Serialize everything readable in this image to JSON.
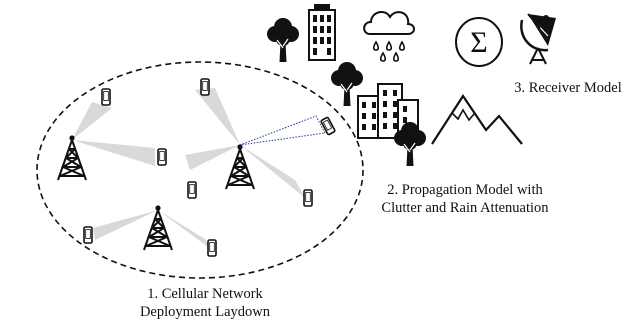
{
  "labels": {
    "cellular_line1": "1. Cellular Network",
    "cellular_line2": "Deployment Laydown",
    "propagation_line1": "2. Propagation Model with",
    "propagation_line2": "Clutter and Rain Attenuation",
    "receiver": "3. Receiver Model"
  },
  "symbols": {
    "sum": "Σ"
  },
  "icons": [
    "cell-tower-icon",
    "mobile-phone-icon",
    "tree-icon",
    "building-icon",
    "rain-cloud-icon",
    "mountain-icon",
    "summation-icon",
    "satellite-dish-icon"
  ],
  "colors": {
    "ink": "#111111",
    "beam": "#d9d9d9",
    "link": "#1f3b8f"
  }
}
